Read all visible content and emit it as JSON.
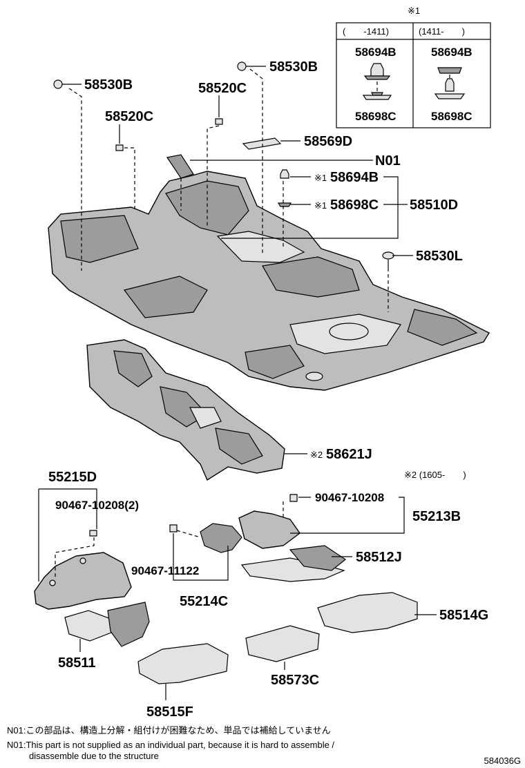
{
  "inset": {
    "title": "※1",
    "col1_header": "(　　-1411)",
    "col2_header": "(1411-　　)",
    "col1_top": "58694B",
    "col1_bottom": "58698C",
    "col2_top": "58694B",
    "col2_bottom": "58698C"
  },
  "callouts": {
    "p58530B_left": "58530B",
    "p58530B_top": "58530B",
    "p58520C_top": "58520C",
    "p58520C_left": "58520C",
    "p58569D": "58569D",
    "pN01": "N01",
    "p58694B_mark": "※1",
    "p58694B": "58694B",
    "p58698C_mark": "※1",
    "p58698C": "58698C",
    "p58510D": "58510D",
    "p58530L": "58530L",
    "p58621J_mark": "※2",
    "p58621J": "58621J",
    "note2": "※2 (1605-　　)",
    "p55215D": "55215D",
    "p90467_10208_2": "90467-10208(2)",
    "p90467_10208": "90467-10208",
    "p55213B": "55213B",
    "p58512J": "58512J",
    "p90467_11122": "90467-11122",
    "p55214C": "55214C",
    "p58514G": "58514G",
    "p58511": "58511",
    "p58573C": "58573C",
    "p58515F": "58515F"
  },
  "notes": {
    "jp": "N01:この部品は、構造上分解・組付けが困難なため、単品では補給していません",
    "en_line1": "N01:This part is not supplied as an individual part, because it is hard to assemble /",
    "en_line2": "disassemble due to the structure"
  },
  "diagram_code": "584036G"
}
